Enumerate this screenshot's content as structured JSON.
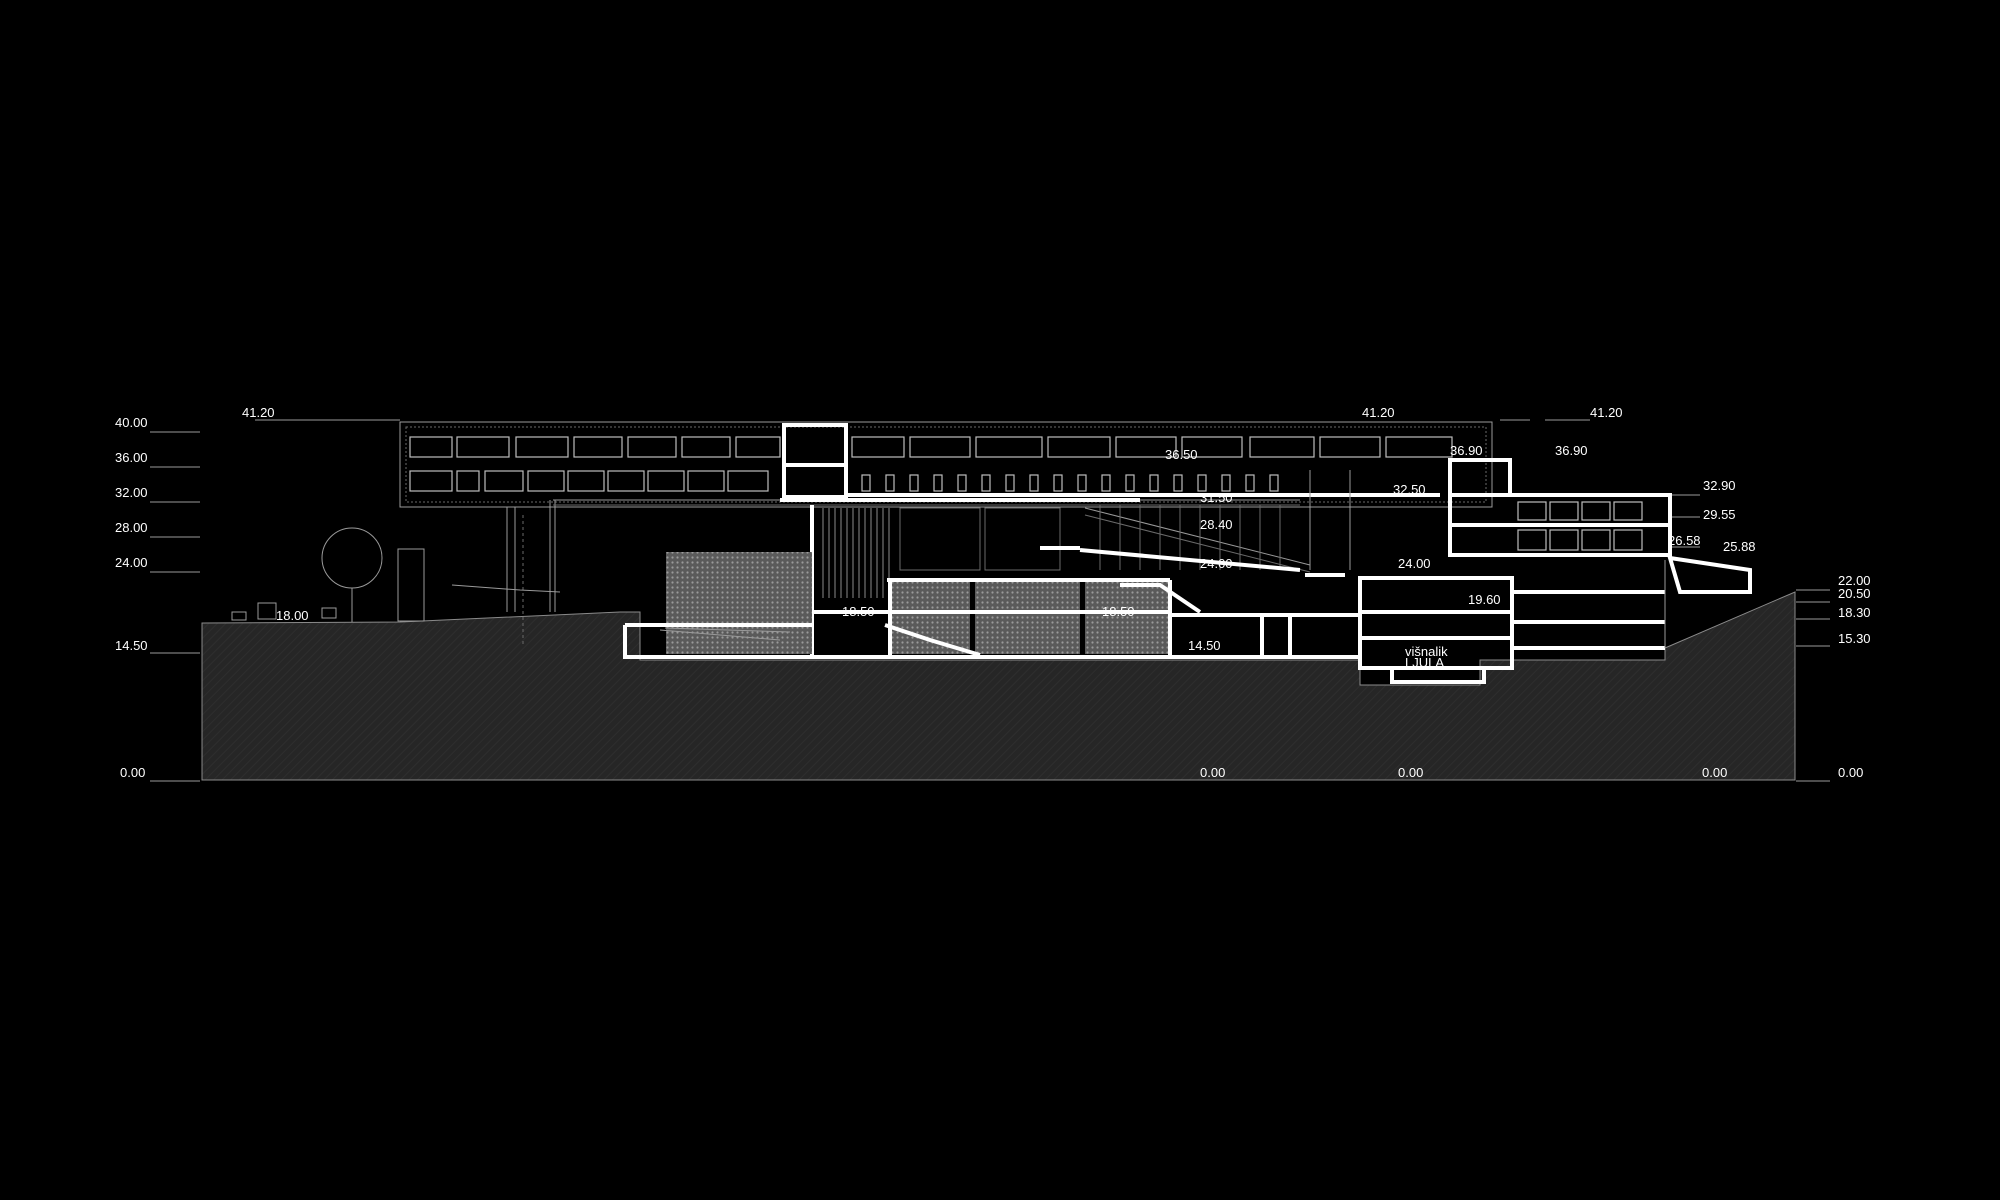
{
  "section_levels": {
    "left_scale": [
      "40.00",
      "36.00",
      "32.00",
      "28.00",
      "24.00",
      "14.50",
      "0.00"
    ],
    "roof_left": "41.20",
    "roof_mid": "41.20",
    "roof_right": "41.20",
    "upper_right_a": "36.90",
    "upper_right_b": "36.90",
    "interior": [
      "36.50",
      "31.50",
      "28.40",
      "32.50",
      "24.00",
      "24.00",
      "19.60",
      "18.50",
      "18.50",
      "14.50"
    ],
    "street_left": "18.00",
    "right_scale": [
      "32.90",
      "29.55",
      "26.58",
      "25.88",
      "22.00",
      "20.50",
      "18.30",
      "15.30"
    ],
    "base_zeros": [
      "0.00",
      "0.00",
      "0.00",
      "0.00"
    ],
    "room_label_line1": "višnalik",
    "room_label_line2": "LJULA"
  },
  "colors": {
    "background": "#000000",
    "line": "#ffffff",
    "ground": "#262626"
  }
}
